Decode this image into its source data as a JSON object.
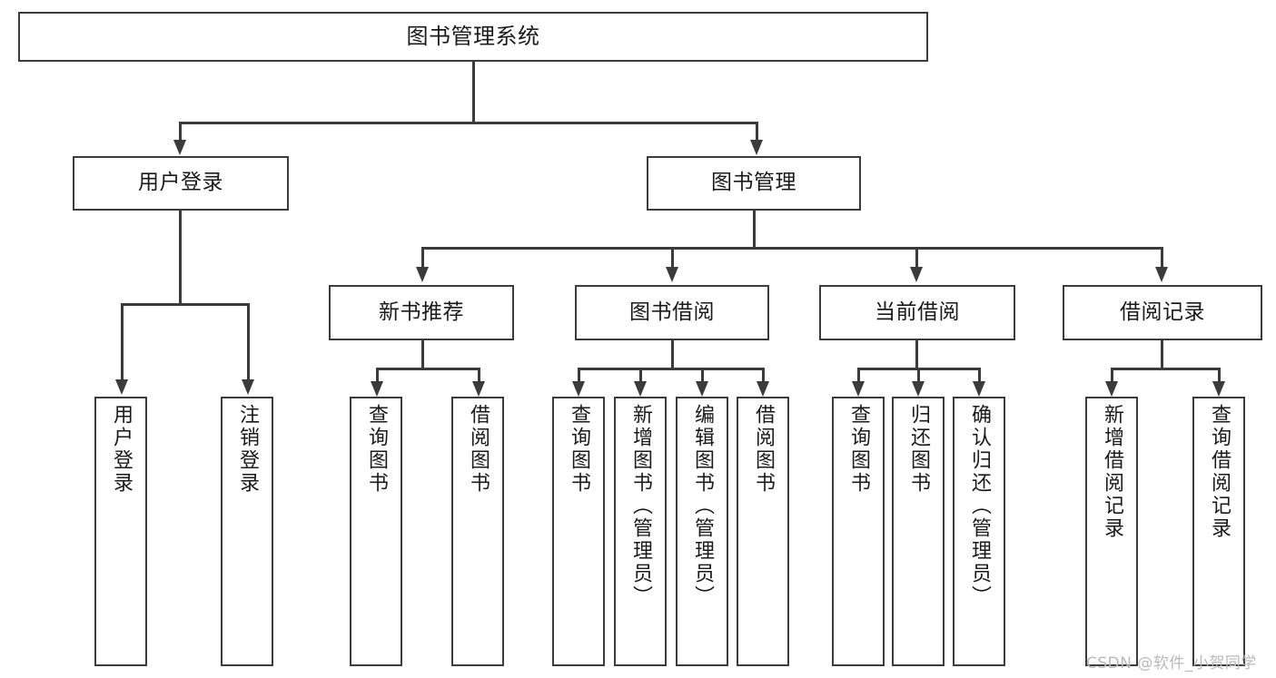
{
  "diagram": {
    "type": "tree-hierarchy-diagram",
    "title": "图书管理系统",
    "orientation": "top-down",
    "colors": {
      "background": "#ffffff",
      "box_border": "#3b3b3b",
      "box_fill": "#ffffff",
      "connector": "#3b3b3b",
      "text": "#1a1a1a",
      "watermark": "#b9b9b9"
    },
    "root": {
      "label": "图书管理系统"
    },
    "level1": [
      {
        "label": "用户登录"
      },
      {
        "label": "图书管理"
      }
    ],
    "level2": [
      {
        "label": "新书推荐"
      },
      {
        "label": "图书借阅"
      },
      {
        "label": "当前借阅"
      },
      {
        "label": "借阅记录"
      }
    ],
    "leaves": {
      "user_login": [
        {
          "label": "用户登录"
        },
        {
          "label": "注销登录"
        }
      ],
      "new_book_recommend": [
        {
          "label": "查询图书"
        },
        {
          "label": "借阅图书"
        }
      ],
      "book_borrow": [
        {
          "label": "查询图书"
        },
        {
          "label": "新增图书（管理员）"
        },
        {
          "label": "编辑图书（管理员）"
        },
        {
          "label": "借阅图书"
        }
      ],
      "current_borrow": [
        {
          "label": "查询图书"
        },
        {
          "label": "归还图书"
        },
        {
          "label": "确认归还（管理员）"
        }
      ],
      "borrow_record": [
        {
          "label": "新增借阅记录"
        },
        {
          "label": "查询借阅记录"
        }
      ]
    }
  },
  "watermark": {
    "text": "CSDN @软件_小贺同学"
  }
}
